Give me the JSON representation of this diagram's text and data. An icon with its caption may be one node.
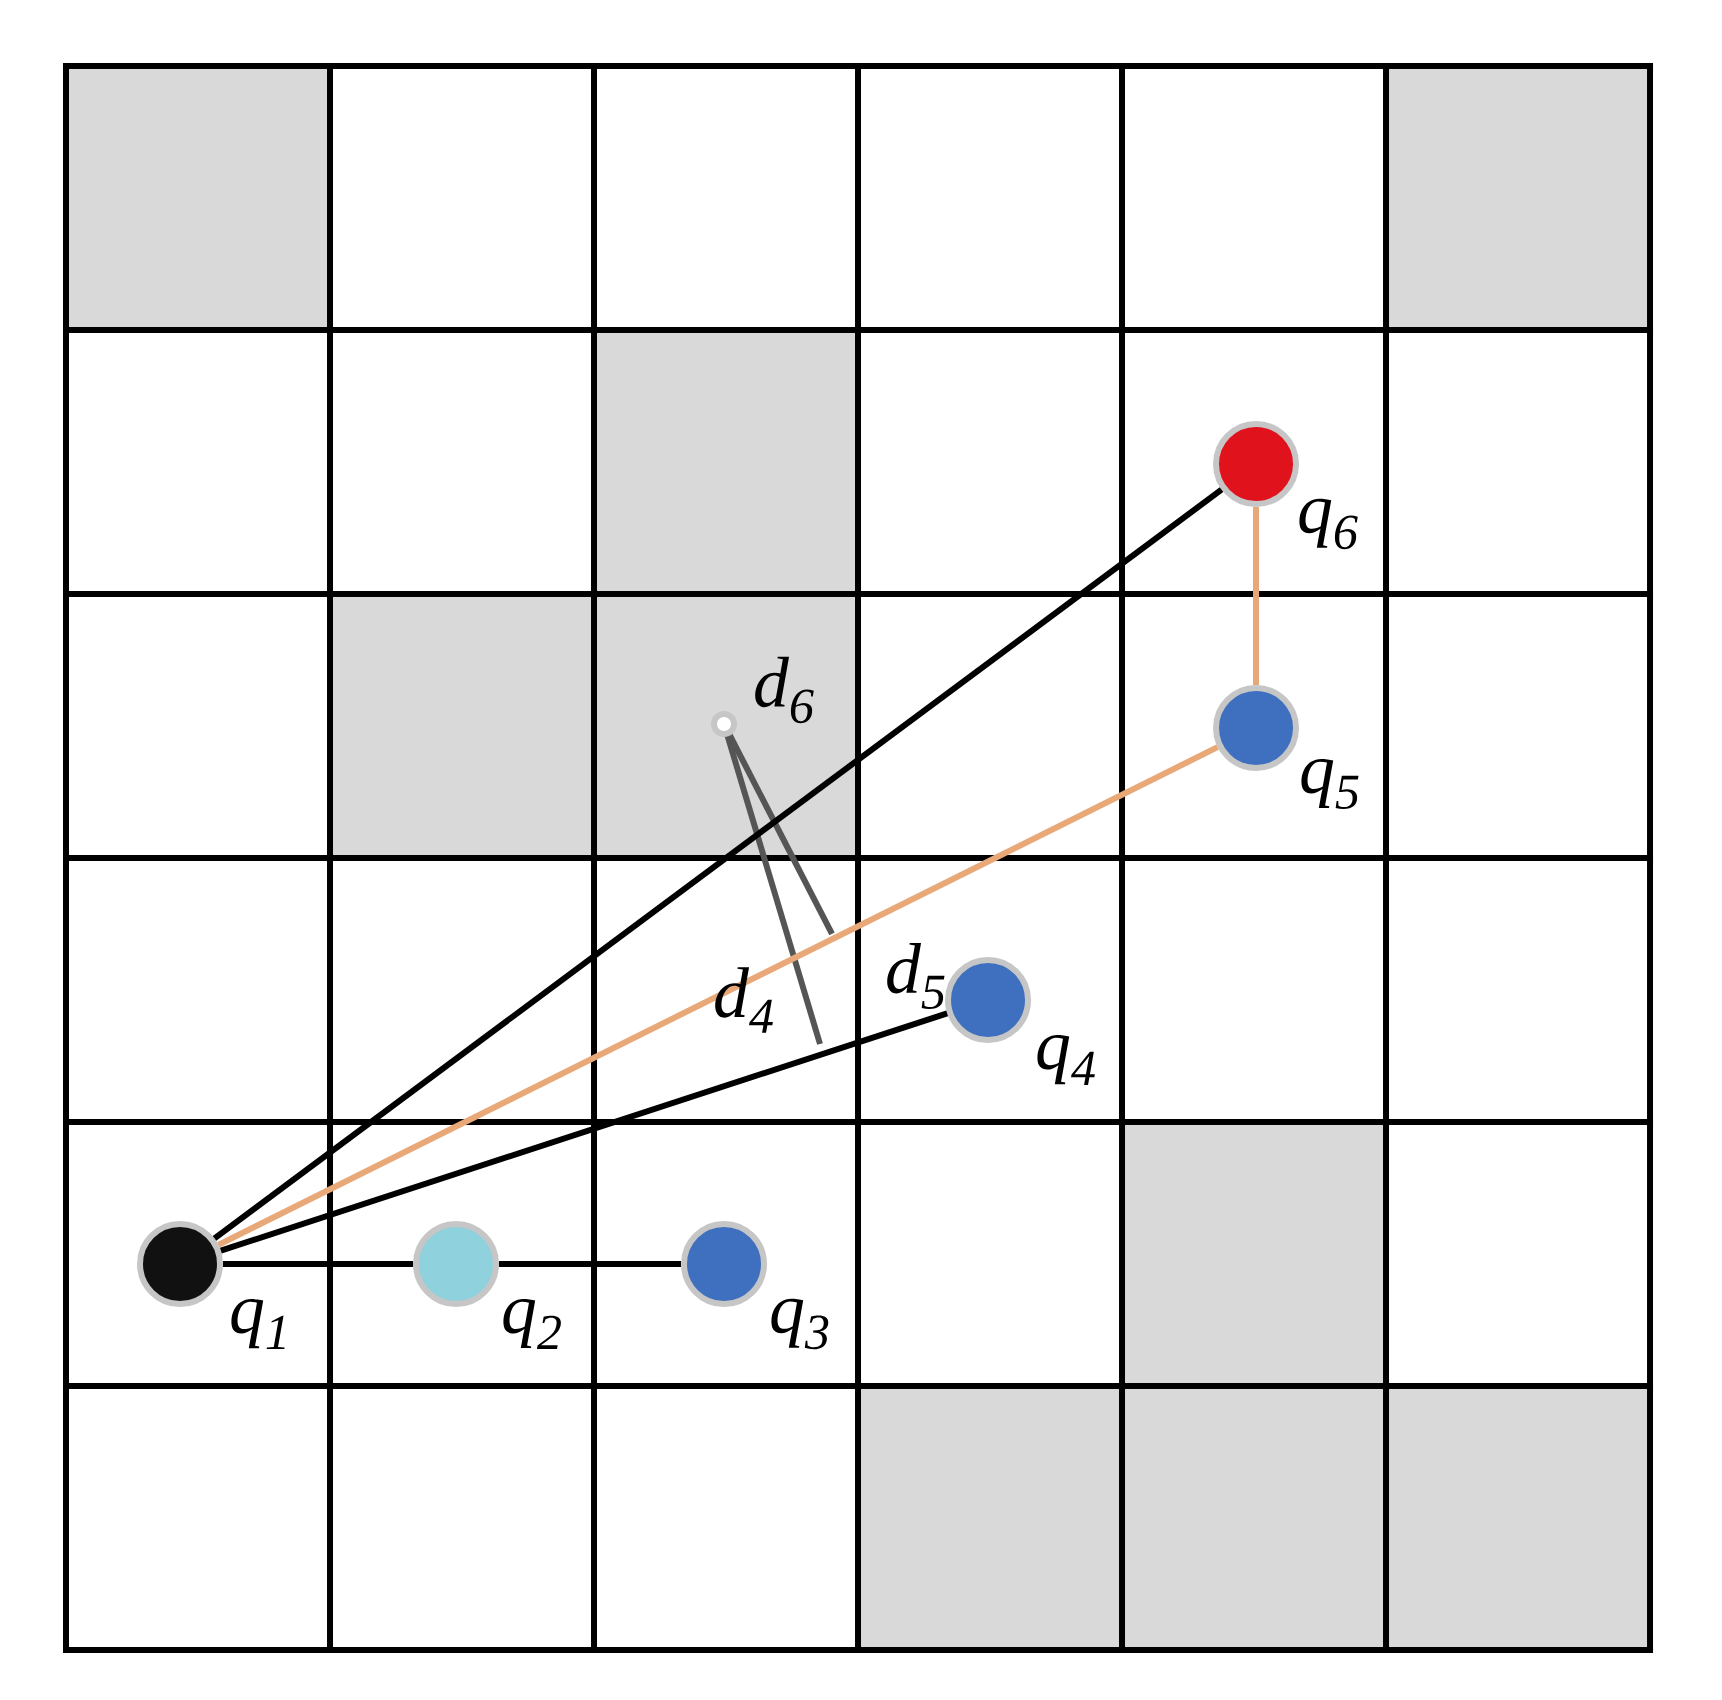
{
  "diagram": {
    "nodes": [
      {
        "text": [],
        "shape": "circle",
        "beside": [
          "q$_{1}$"
        ]
      },
      {
        "text": [],
        "shape": "circle",
        "beside": [
          "q$_{2}$"
        ]
      },
      {
        "text": [],
        "shape": "circle",
        "beside": [
          "q$_{3}$"
        ]
      },
      {
        "text": [],
        "shape": "circle",
        "beside": [
          "q$_{4}$"
        ]
      },
      {
        "text": [],
        "shape": "circle",
        "beside": [
          "q$_{5}$"
        ]
      },
      {
        "text": [],
        "shape": "circle",
        "beside": [
          "q$_{6}$"
        ]
      },
      {
        "text": [],
        "shape": "circle",
        "beside": [
          "d$_{6}$"
        ]
      }
    ],
    "edges": [
      {
        "from": 0,
        "to": 1,
        "arrow": "none"
      },
      {
        "from": 1,
        "to": 2,
        "arrow": "none"
      },
      {
        "from": 0,
        "to": 3,
        "arrow": "none"
      },
      {
        "from": 0,
        "to": 5,
        "arrow": "none"
      },
      {
        "from": 0,
        "to": 4,
        "arrow": "none",
        "color": "#e8a878"
      },
      {
        "from": 4,
        "to": 5,
        "arrow": "none",
        "color": "#e8a878"
      }
    ],
    "labels": [
      "d$_{5}$",
      "d$_{4}$"
    ]
  }
}
